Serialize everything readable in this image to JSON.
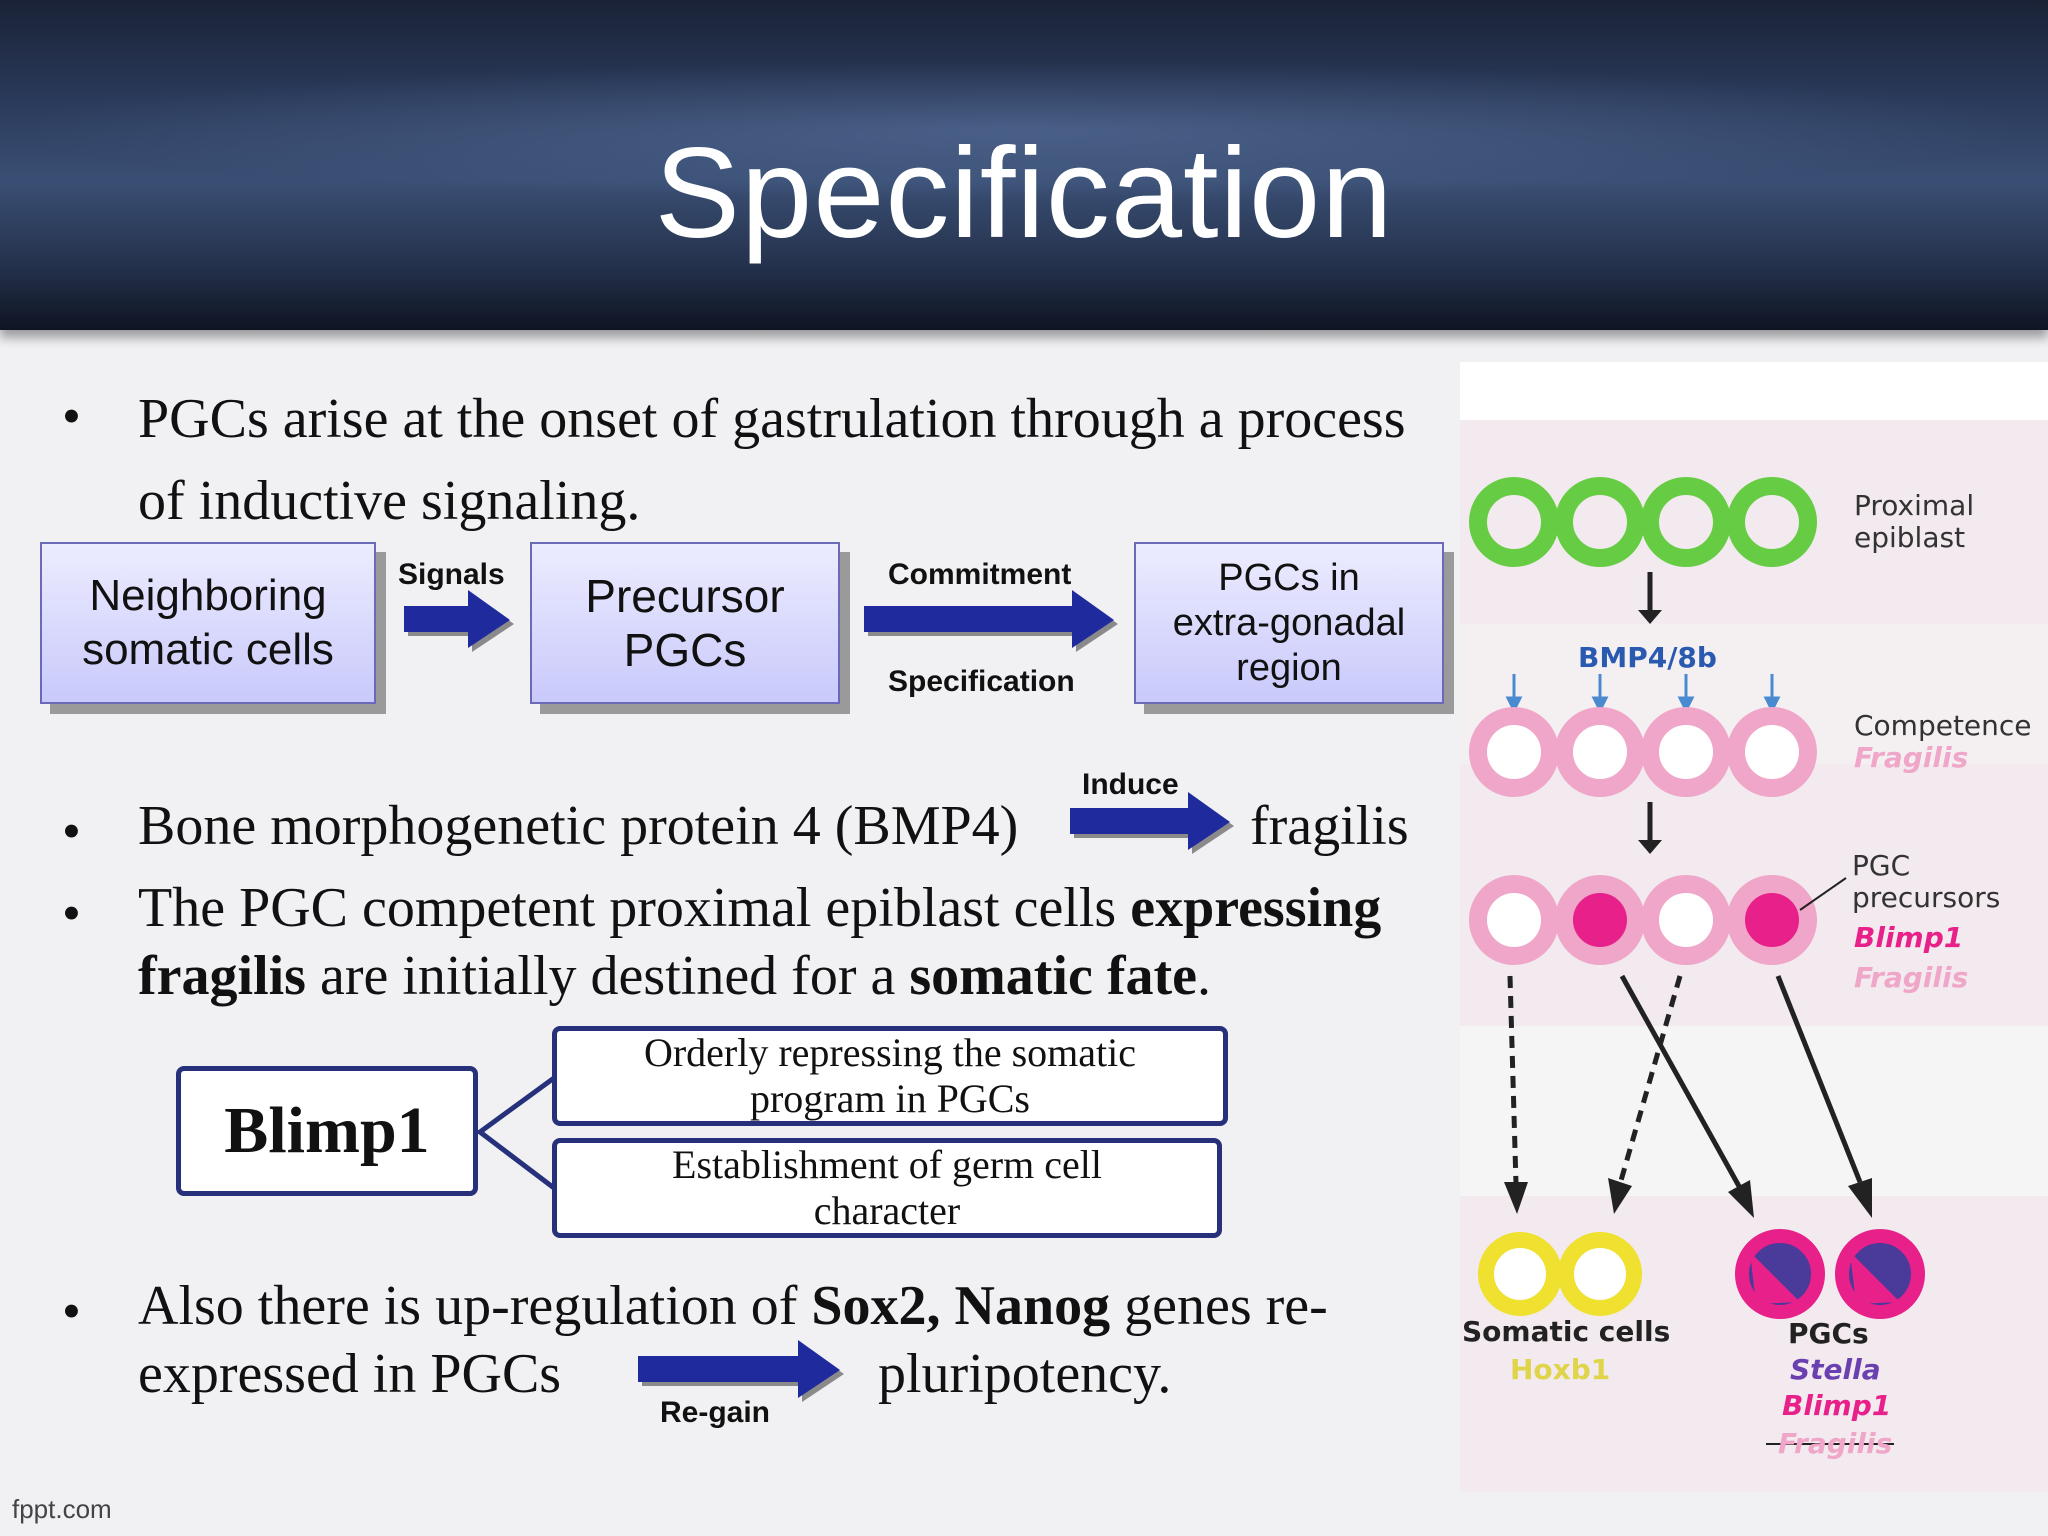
{
  "slide": {
    "title": "Specification",
    "footer": "fppt.com"
  },
  "bullets": [
    {
      "marker": "•",
      "text": "PGCs arise at the onset of gastrulation through a process of inductive signaling."
    },
    {
      "marker": "•",
      "text_before": "Bone morphogenetic protein 4 (BMP4)",
      "arrow_label": "Induce",
      "text_after": "fragilis"
    },
    {
      "marker": "•",
      "parts": [
        "The PGC competent proximal epiblast cells ",
        "expressing",
        " ",
        "fragilis",
        " are initially destined for a ",
        "somatic fate",
        "."
      ]
    },
    {
      "marker": "•",
      "parts": [
        "Also there is up-regulation of ",
        "Sox2, Nanog",
        " genes re-"
      ],
      "line2_before": "expressed in PGCs",
      "arrow_label": "Re-gain",
      "line2_after": "pluripotency."
    }
  ],
  "flow": {
    "box1": [
      "Neighboring",
      "somatic cells"
    ],
    "arrow1_label": "Signals",
    "box2": [
      "Precursor",
      "PGCs"
    ],
    "arrow2_label_top": "Commitment",
    "arrow2_label_bottom": "Specification",
    "box3": [
      "PGCs in",
      "extra-gonadal",
      "region"
    ]
  },
  "blimp": {
    "label": "Blimp1",
    "branch1": [
      "Orderly repressing the somatic",
      "program in PGCs"
    ],
    "branch2": [
      "Establishment of germ cell",
      "character"
    ]
  },
  "figure": {
    "stage1": [
      "Proximal",
      "epiblast"
    ],
    "bmp_label": "BMP4/8b",
    "stage2": "Competence",
    "stage2_gene": "Fragilis",
    "stage3": [
      "PGC",
      "precursors"
    ],
    "stage3_genes": [
      "Blimp1",
      "Fragilis"
    ],
    "somatic_label": "Somatic cells",
    "somatic_gene": "Hoxb1",
    "pgc_label": "PGCs",
    "pgc_genes": [
      "Stella",
      "Blimp1"
    ],
    "pgc_gene_struck": "Fragilis",
    "colors": {
      "arrow_fill": "#1f2a9c",
      "epiblast_green": "#66cc44",
      "competence_pink": "#f0a6c8",
      "blimp_magenta": "#e8208a",
      "somatic_yellow": "#f0e030",
      "gene_purple": "#6a3fb0"
    }
  }
}
